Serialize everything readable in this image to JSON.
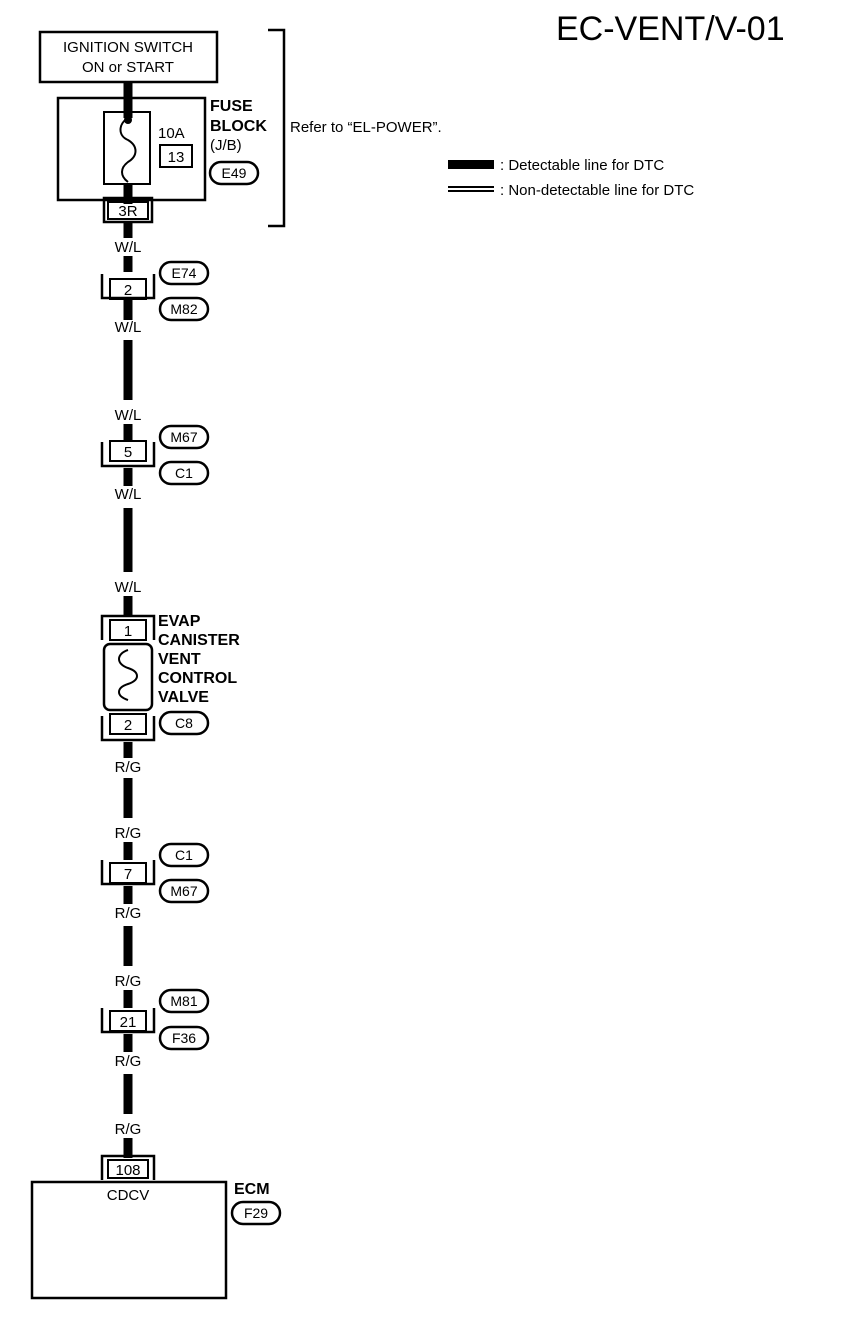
{
  "header": {
    "title": "EC-VENT/V-01"
  },
  "power": {
    "ignition_line1": "IGNITION SWITCH",
    "ignition_line2": "ON or START",
    "fuse_amp": "10A",
    "fuse_number": "13",
    "fuse_block_line1": "FUSE",
    "fuse_block_line2": "BLOCK",
    "fuse_block_line3": "(J/B)",
    "fuse_block_connector": "E49",
    "fuse_block_pin": "3R",
    "refer_text": "Refer to “EL-POWER”."
  },
  "legend": {
    "detectable": ": Detectable line for DTC",
    "non_detectable": ": Non-detectable line for DTC"
  },
  "wires": {
    "w1": "W/L",
    "w2": "W/L",
    "w3": "W/L",
    "w4": "W/L",
    "w5": "W/L",
    "r1": "R/G",
    "r2": "R/G",
    "r3": "R/G",
    "r4": "R/G",
    "r5": "R/G",
    "r6": "R/G"
  },
  "connectors": {
    "c1": {
      "pin": "2",
      "top": "E74",
      "bottom": "M82"
    },
    "c2": {
      "pin": "5",
      "top": "M67",
      "bottom": "C1"
    },
    "c3": {
      "pin": "7",
      "top": "C1",
      "bottom": "M67"
    },
    "c4": {
      "pin": "21",
      "top": "M81",
      "bottom": "F36"
    }
  },
  "valve": {
    "pin_top": "1",
    "pin_bottom": "2",
    "connector": "C8",
    "name_line1": "EVAP",
    "name_line2": "CANISTER",
    "name_line3": "VENT",
    "name_line4": "CONTROL",
    "name_line5": "VALVE"
  },
  "ecm": {
    "pin": "108",
    "terminal": "CDCV",
    "name": "ECM",
    "connector": "F29"
  }
}
